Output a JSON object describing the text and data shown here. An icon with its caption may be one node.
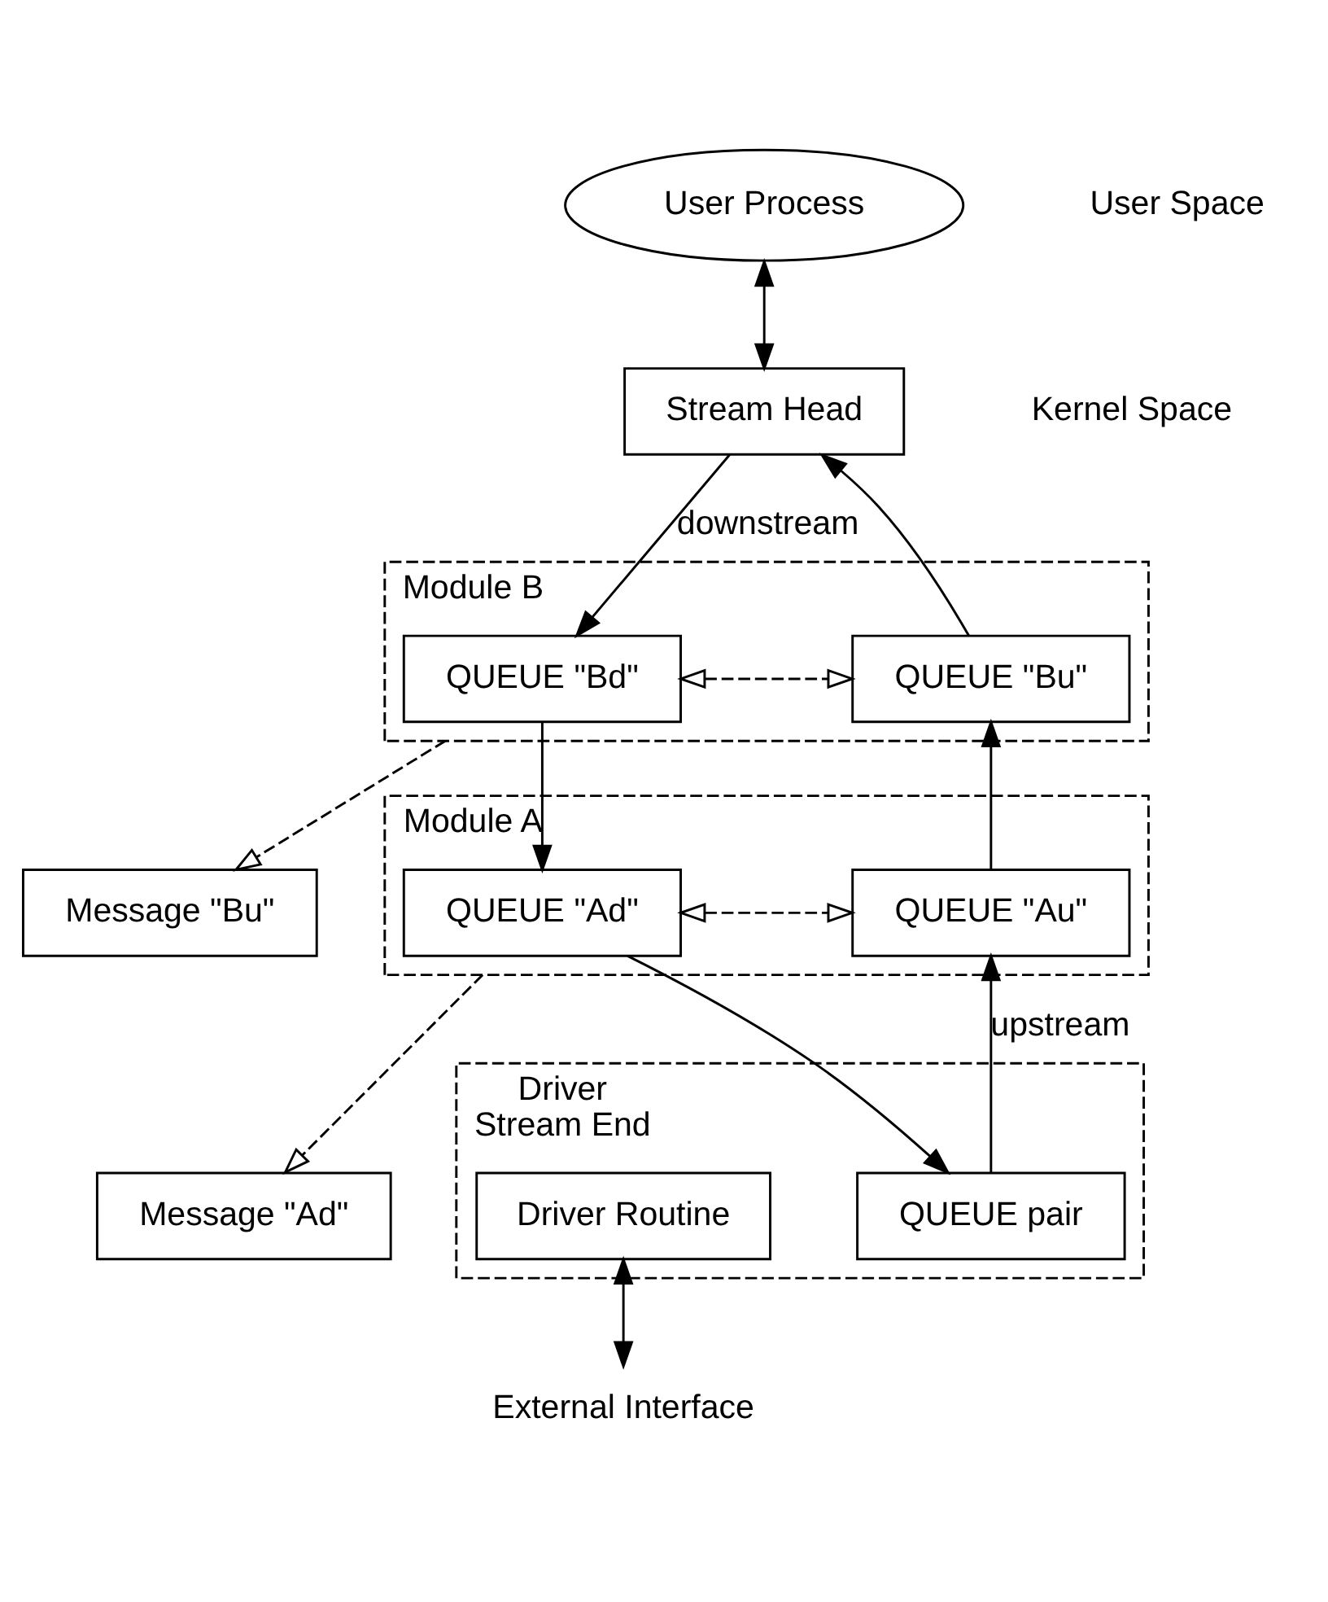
{
  "diagram": {
    "nodes": [
      {
        "text": [
          "User Process"
        ]
      },
      {
        "text": [
          "Stream Head"
        ]
      },
      {
        "text": [
          "Module B"
        ]
      },
      {
        "text": [
          "QUEUE \"Bd\""
        ],
        "in": 2
      },
      {
        "text": [
          "QUEUE \"Bu\""
        ],
        "in": 2
      },
      {
        "text": [
          "Message \"Bu\""
        ]
      },
      {
        "text": [
          "Module A"
        ]
      },
      {
        "text": [
          "QUEUE \"Ad\""
        ],
        "in": 6
      },
      {
        "text": [
          "QUEUE \"Au\""
        ],
        "in": 6
      },
      {
        "text": [
          "Message \"Ad\""
        ]
      },
      {
        "text": [
          "Driver",
          "Stream End"
        ]
      },
      {
        "text": [
          "QUEUE pair"
        ],
        "in": 10
      },
      {
        "text": [
          "Driver Routine"
        ],
        "in": 10
      },
      {
        "text": [
          "External Interface"
        ]
      }
    ],
    "edges": [
      {
        "from": 0,
        "to": 1,
        "arrow": "both"
      },
      {
        "from": 1,
        "to": 3,
        "arrow": "to",
        "label": "downstream"
      },
      {
        "from": 4,
        "to": 1,
        "arrow": "to"
      },
      {
        "from": 3,
        "to": 4,
        "arrow": "both",
        "style": "dashed"
      },
      {
        "from": 2,
        "to": 5,
        "arrow": "to",
        "style": "dashed"
      },
      {
        "from": 3,
        "to": 7,
        "arrow": "to"
      },
      {
        "from": 8,
        "to": 4,
        "arrow": "to"
      },
      {
        "from": 7,
        "to": 8,
        "arrow": "both",
        "style": "dashed"
      },
      {
        "from": 6,
        "to": 9,
        "arrow": "to",
        "style": "dashed"
      },
      {
        "from": 7,
        "to": 11,
        "arrow": "to"
      },
      {
        "from": 11,
        "to": 8,
        "arrow": "to",
        "label": "upstream"
      },
      {
        "from": 12,
        "to": 13,
        "arrow": "both"
      }
    ],
    "labels": [
      "User Space",
      "Kernel Space"
    ]
  }
}
